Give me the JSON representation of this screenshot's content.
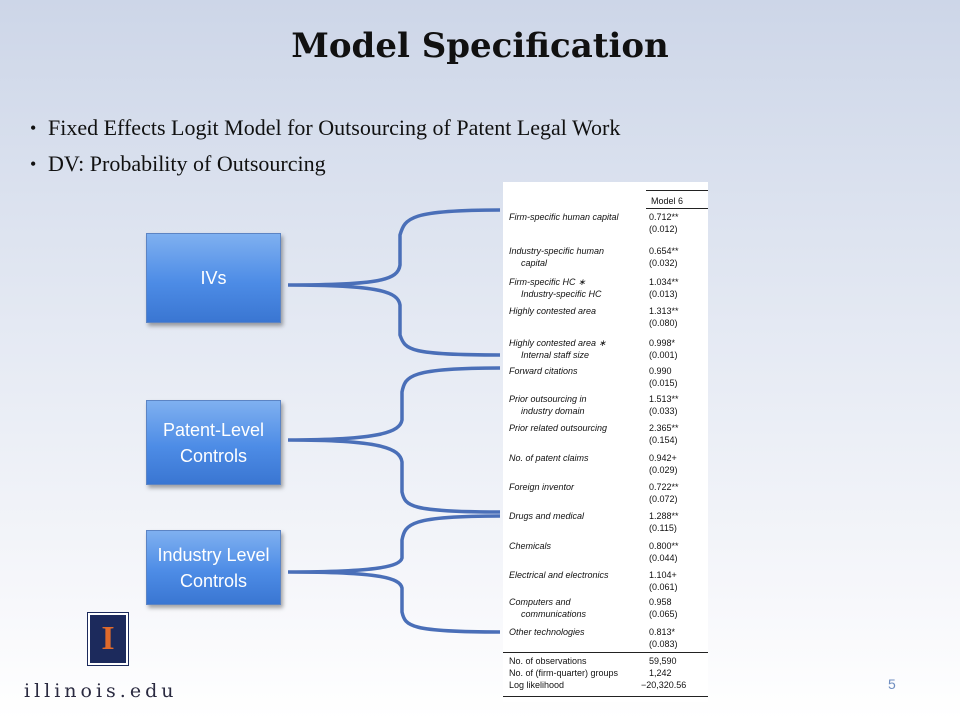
{
  "slide": {
    "title": "Model Specification",
    "bullets": [
      "Fixed Effects Logit Model for Outsourcing of Patent Legal Work",
      "DV: Probability of Outsourcing"
    ],
    "boxes": {
      "ivs": "IVs",
      "patent_level": "Patent-Level Controls",
      "industry_level": "Industry Level Controls"
    },
    "footer_url": "illinois.edu",
    "page_number": "5"
  },
  "table": {
    "header": "Model 6",
    "rows": [
      {
        "label_lines": [
          "Firm-specific human capital"
        ],
        "value": "0.712**",
        "se": "(0.012)"
      },
      {
        "label_lines": [
          "Industry-specific human",
          "capital"
        ],
        "value": "0.654**",
        "se": "(0.032)"
      },
      {
        "label_lines": [
          "Firm-specific HC ∗",
          "Industry-specific HC"
        ],
        "value": "1.034**",
        "se": "(0.013)"
      },
      {
        "label_lines": [
          "Highly contested area"
        ],
        "value": "1.313**",
        "se": "(0.080)"
      },
      {
        "label_lines": [
          "Highly contested area ∗",
          "Internal staff size"
        ],
        "value": "0.998*",
        "se": "(0.001)"
      },
      {
        "label_lines": [
          "Forward citations"
        ],
        "value": "0.990",
        "se": "(0.015)"
      },
      {
        "label_lines": [
          "Prior outsourcing in",
          "industry domain"
        ],
        "value": "1.513**",
        "se": "(0.033)"
      },
      {
        "label_lines": [
          "Prior related outsourcing"
        ],
        "value": "2.365**",
        "se": "(0.154)"
      },
      {
        "label_lines": [
          "No. of patent claims"
        ],
        "value": "0.942+",
        "se": "(0.029)"
      },
      {
        "label_lines": [
          "Foreign inventor"
        ],
        "value": "0.722**",
        "se": "(0.072)"
      },
      {
        "label_lines": [
          "Drugs and medical"
        ],
        "value": "1.288**",
        "se": "(0.115)"
      },
      {
        "label_lines": [
          "Chemicals"
        ],
        "value": "0.800**",
        "se": "(0.044)"
      },
      {
        "label_lines": [
          "Electrical and electronics"
        ],
        "value": "1.104+",
        "se": "(0.061)"
      },
      {
        "label_lines": [
          "Computers and",
          "communications"
        ],
        "value": "0.958",
        "se": "(0.065)"
      },
      {
        "label_lines": [
          "Other technologies"
        ],
        "value": "0.813*",
        "se": "(0.083)"
      }
    ],
    "summary": [
      {
        "label": "No. of observations",
        "value": "59,590"
      },
      {
        "label": "No. of (firm-quarter) groups",
        "value": "1,242"
      },
      {
        "label": "Log likelihood",
        "value": "−20,320.56"
      }
    ]
  },
  "colors": {
    "box_fill": "#4d8ce6",
    "brace": "#4a6fb8",
    "logo_bg": "#1c2a5c",
    "logo_i": "#e06a2b"
  }
}
